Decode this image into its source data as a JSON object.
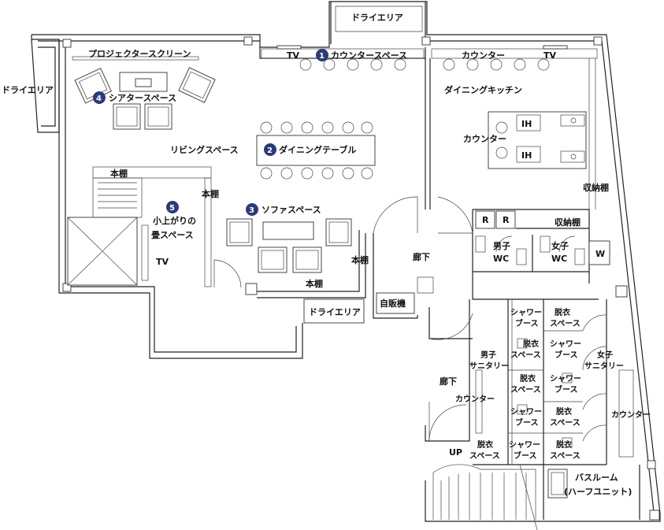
{
  "labels": {
    "dry_area_top": "ドライエリア",
    "dry_area_left": "ドライエリア",
    "dry_area_bottom": "ドライエリア",
    "projector_screen": "プロジェクタースクリーン",
    "tv_top_left": "TV",
    "counter_space": "カウンタースペース",
    "counter_top": "カウンター",
    "tv_top_right": "TV",
    "theater_space": "シアタースペース",
    "dining_kitchen": "ダイニングキッチン",
    "counter_kitchen": "カウンター",
    "ih_1": "IH",
    "ih_2": "IH",
    "living_space": "リビングスペース",
    "dining_table": "ダイニングテーブル",
    "bookshelf_1": "本棚",
    "bookshelf_2": "本棚",
    "bookshelf_3": "本棚",
    "bookshelf_4": "本棚",
    "storage_1": "収納棚",
    "storage_2": "収納棚",
    "tatami_line1": "小上がりの",
    "tatami_line2": "畳スペース",
    "tv_tatami": "TV",
    "sofa_space": "ソファスペース",
    "fridge_1": "R",
    "fridge_2": "R",
    "corridor_1": "廊下",
    "corridor_2": "廊下",
    "mens_wc_1": "男子",
    "mens_wc_2": "WC",
    "womens_wc_1": "女子",
    "womens_wc_2": "WC",
    "washer": "W",
    "vending": "自販機",
    "shower_1": "シャワー",
    "shower_1b": "ブース",
    "changing_1": "脱衣",
    "changing_1b": "スペース",
    "changing_2": "脱衣",
    "changing_2b": "スペース",
    "shower_2": "シャワー",
    "shower_2b": "ブース",
    "mens_sanitary_1": "男子",
    "mens_sanitary_2": "サニタリー",
    "womens_sanitary_1": "女子",
    "womens_sanitary_2": "サニタリー",
    "changing_3": "脱衣",
    "changing_3b": "スペース",
    "shower_3": "シャワー",
    "shower_3b": "ブース",
    "shower_4": "シャワー",
    "shower_4b": "ブース",
    "changing_4": "脱衣",
    "changing_4b": "スペース",
    "counter_sanitary_m": "カウンター",
    "counter_sanitary_w": "カウンター",
    "up": "UP",
    "changing_5": "脱衣",
    "changing_5b": "スペース",
    "shower_5": "シャワー",
    "shower_5b": "ブース",
    "changing_6": "脱衣",
    "changing_6b": "スペース",
    "bathroom_1": "バスルーム",
    "bathroom_2": "(ハーフユニット)"
  },
  "badges": {
    "b1": "1",
    "b2": "2",
    "b3": "3",
    "b4": "4",
    "b5": "5"
  },
  "colors": {
    "badge": "#2b3a7a",
    "line": "#222222"
  }
}
